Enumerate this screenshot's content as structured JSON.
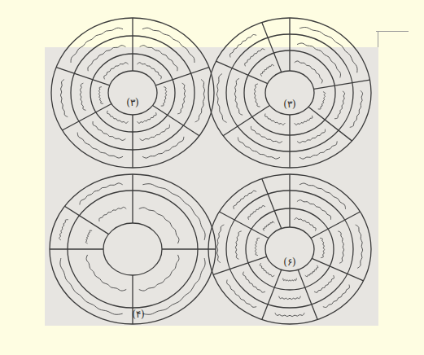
{
  "diagram": {
    "nodes": [
      {
        "text": [
          "(۳)"
        ]
      },
      {
        "text": [
          "(۳)"
        ]
      },
      {
        "text": [
          "(۶)"
        ]
      }
    ],
    "labels": [
      "(۴)"
    ]
  }
}
